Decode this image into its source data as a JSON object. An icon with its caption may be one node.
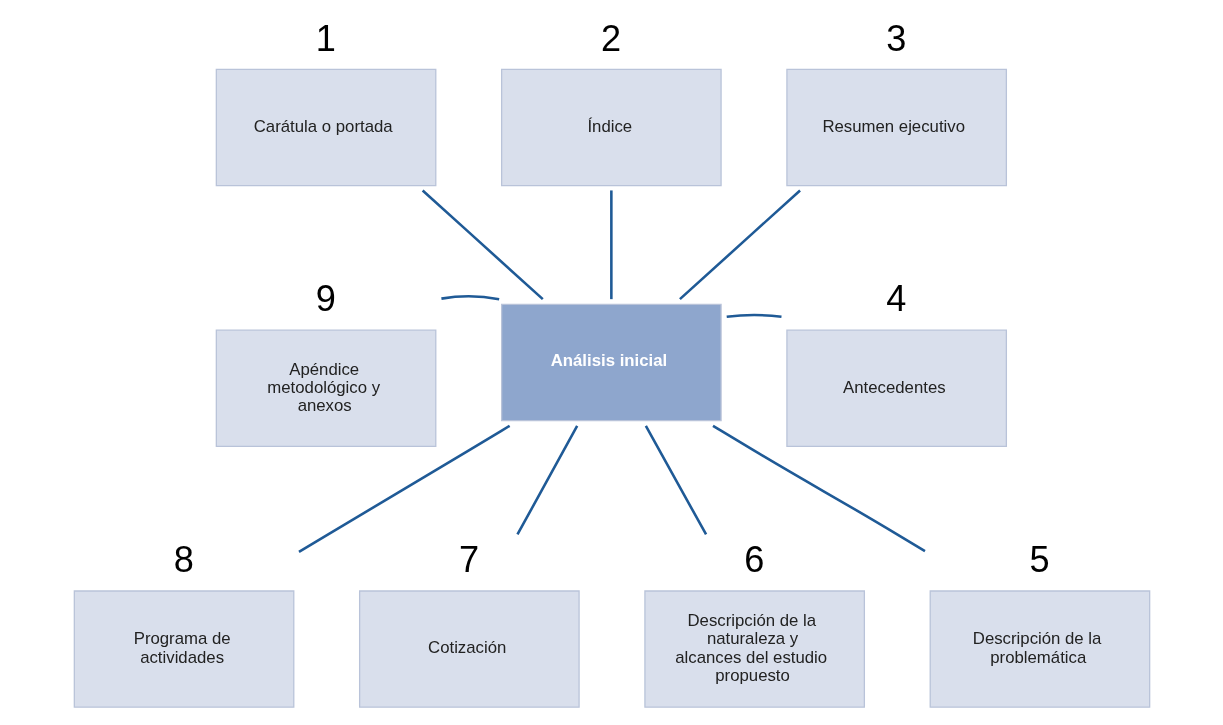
{
  "diagram": {
    "nodes": [
      {
        "text": [
          "Carátula o portada"
        ],
        "beside": [
          "1"
        ]
      },
      {
        "text": [
          "Índice"
        ],
        "beside": [
          "2"
        ]
      },
      {
        "text": [
          "Resumen ejecutivo"
        ],
        "beside": [
          "3"
        ]
      },
      {
        "text": [
          "Apéndice metodológico y anexos"
        ],
        "beside": [
          "9"
        ]
      },
      {
        "text": [
          "Análisis inicial"
        ]
      },
      {
        "text": [
          "Antecedentes"
        ],
        "beside": [
          "4"
        ]
      },
      {
        "text": [
          "Programa de actividades"
        ],
        "beside": [
          "8"
        ]
      },
      {
        "text": [
          "Cotización"
        ],
        "beside": [
          "7"
        ]
      },
      {
        "text": [
          "Descripción de la naturaleza y alcances del estudio propuesto"
        ],
        "beside": [
          "6"
        ]
      },
      {
        "text": [
          "Descripción de la problemática"
        ],
        "beside": [
          "5"
        ]
      }
    ],
    "edges": [
      {
        "from": 4,
        "to": 0,
        "arrow": "none"
      },
      {
        "from": 4,
        "to": 1,
        "arrow": "none"
      },
      {
        "from": 4,
        "to": 2,
        "arrow": "none"
      },
      {
        "from": 4,
        "to": 5,
        "arrow": "none"
      },
      {
        "from": 4,
        "to": 9,
        "arrow": "none"
      },
      {
        "from": 4,
        "to": 8,
        "arrow": "none"
      },
      {
        "from": 4,
        "to": 7,
        "arrow": "none"
      },
      {
        "from": 4,
        "to": 6,
        "arrow": "none"
      },
      {
        "from": 4,
        "to": 3,
        "arrow": "none"
      }
    ]
  }
}
